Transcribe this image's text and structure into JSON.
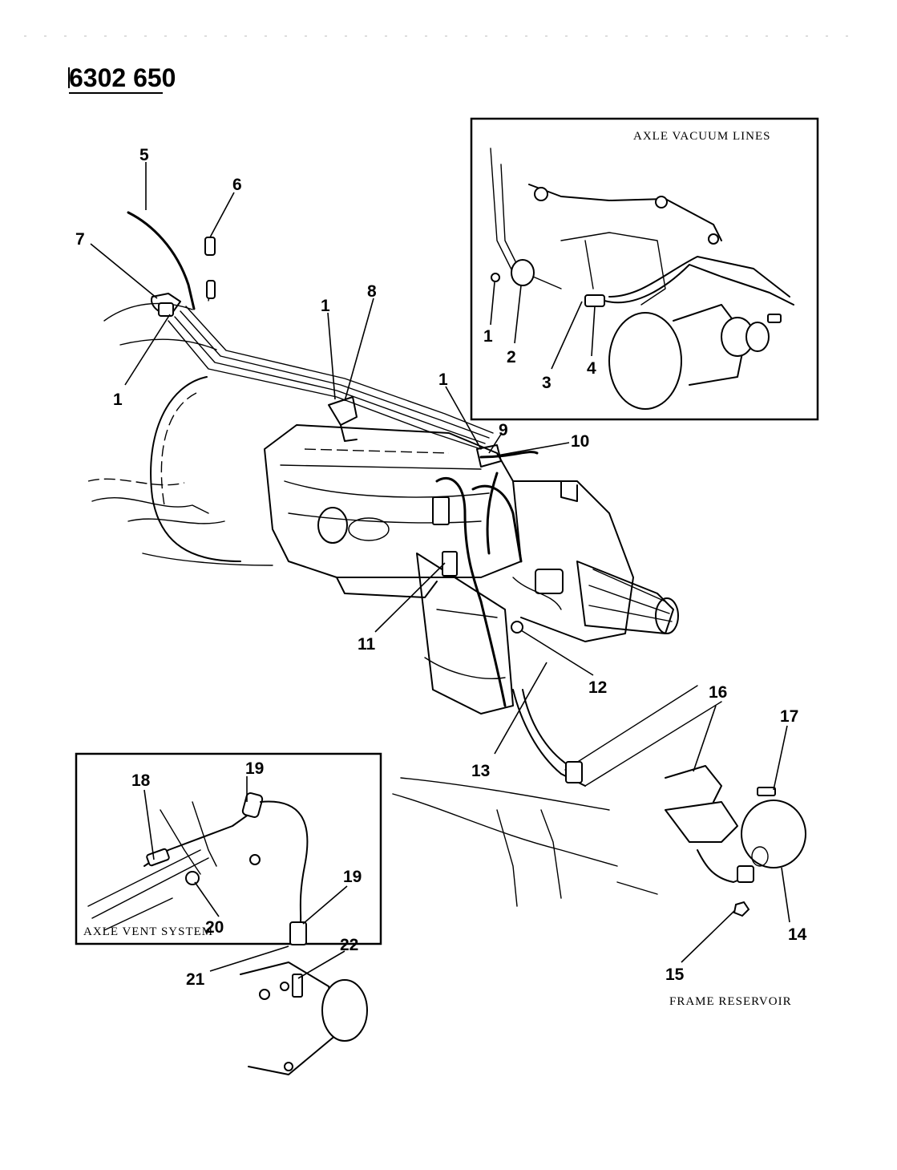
{
  "document_number": "6302 650",
  "insets": {
    "axle_vacuum_lines": "AXLE VACUUM LINES",
    "axle_vent_system": "AXLE VENT SYSTEM"
  },
  "frame_reservoir_caption": "FRAME RESERVOIR",
  "callouts": {
    "main": [
      "5",
      "6",
      "7",
      "1",
      "1",
      "8",
      "1",
      "9",
      "10",
      "11",
      "12",
      "13",
      "16",
      "17",
      "14",
      "15"
    ],
    "vacuum_inset": [
      "1",
      "2",
      "3",
      "4"
    ],
    "vent_inset": [
      "18",
      "19",
      "19",
      "20",
      "21",
      "22"
    ]
  }
}
